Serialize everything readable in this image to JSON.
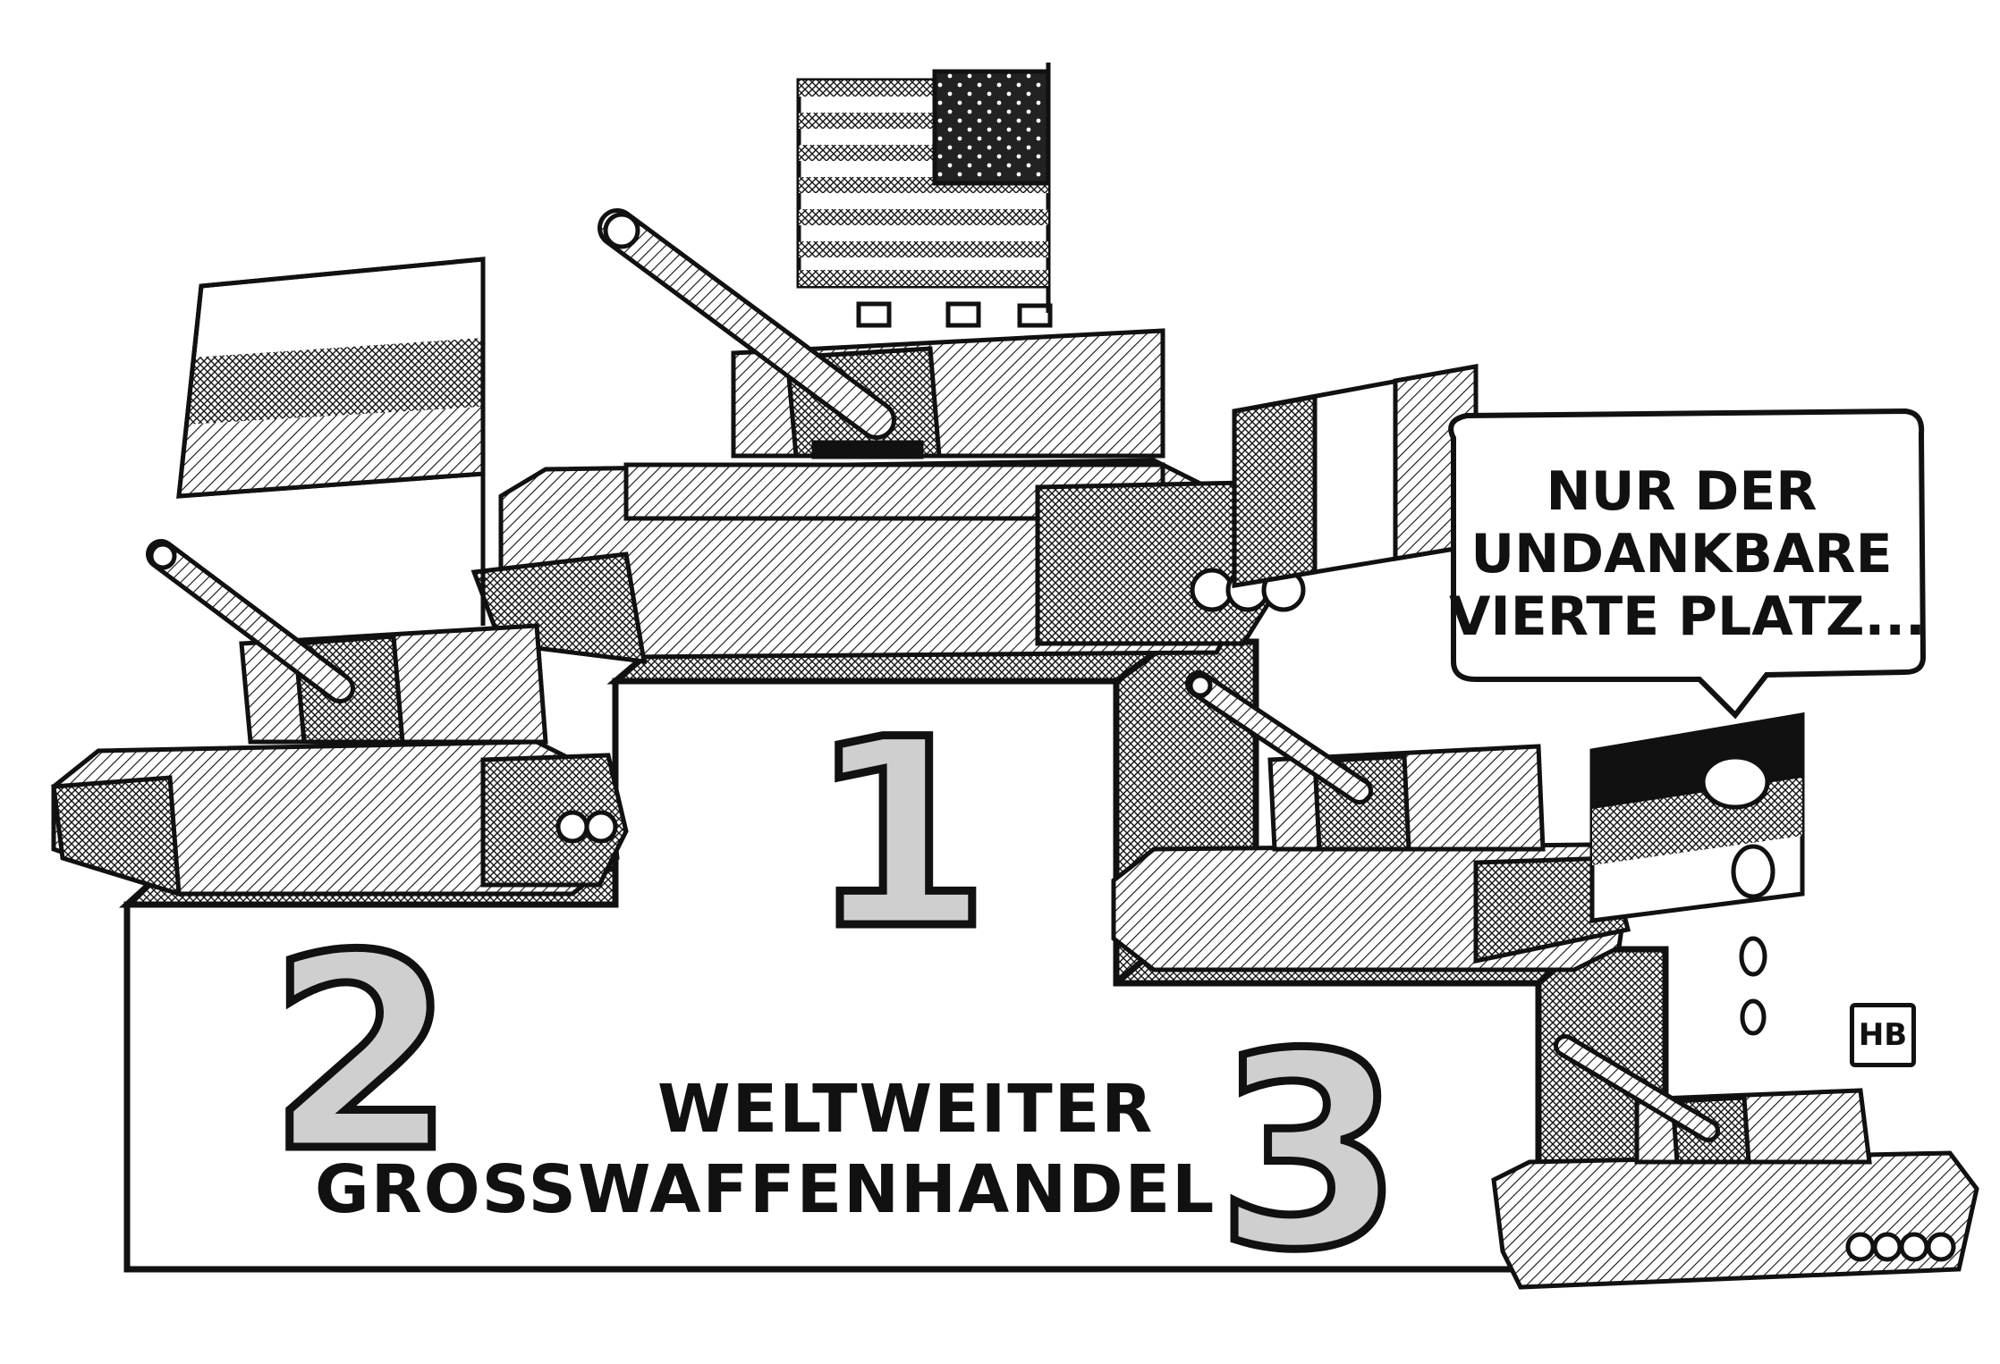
{
  "caption": {
    "line1": "WELTWEITER",
    "line2": "GROSSWAFFENHANDEL"
  },
  "speech_bubble": {
    "line1": "NUR DER",
    "line2": "UNDANKBARE",
    "line3": "VIERTE PLATZ..."
  },
  "podium": {
    "first": "1",
    "second": "2",
    "third": "3"
  },
  "signature": "HB",
  "colors": {
    "ink": "#111111",
    "paper": "#ffffff",
    "hatch": "#bdbdbd"
  }
}
